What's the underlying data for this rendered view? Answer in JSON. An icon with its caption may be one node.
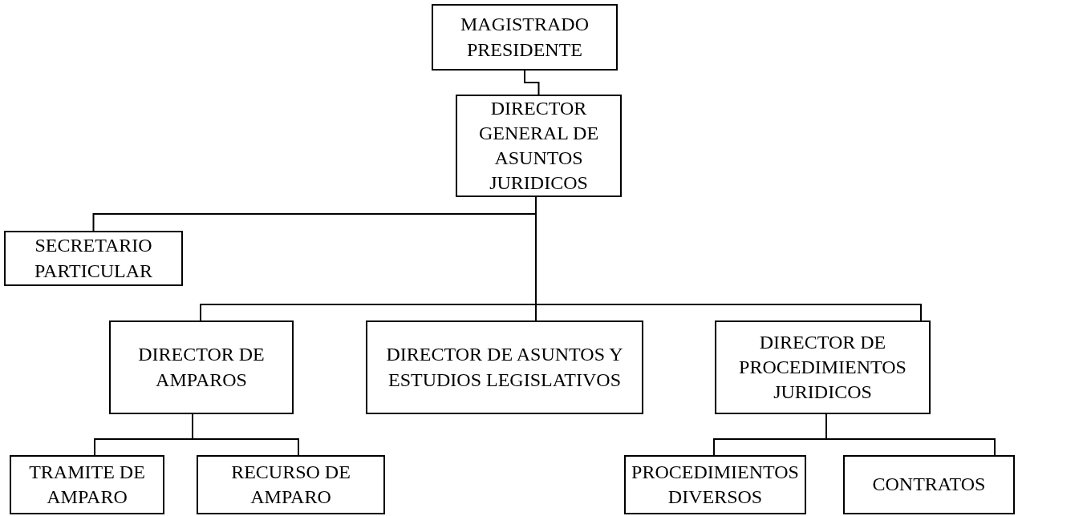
{
  "diagram": {
    "nodes": [
      {
        "text": [
          "MAGISTRADO PRESIDENTE"
        ]
      },
      {
        "text": [
          "DIRECTOR GENERAL DE ASUNTOS JURIDICOS"
        ]
      },
      {
        "text": [
          "SECRETARIO PARTICULAR"
        ]
      },
      {
        "text": [
          "DIRECTOR DE AMPAROS"
        ]
      },
      {
        "text": [
          "DIRECTOR DE ASUNTOS Y ESTUDIOS LEGISLATIVOS"
        ]
      },
      {
        "text": [
          "DIRECTOR DE PROCEDIMIENTOS JURIDICOS"
        ]
      },
      {
        "text": [
          "TRAMITE DE AMPARO"
        ]
      },
      {
        "text": [
          "RECURSO DE AMPARO"
        ]
      },
      {
        "text": [
          "PROCEDIMIENTOS DIVERSOS"
        ]
      },
      {
        "text": [
          "CONTRATOS"
        ]
      }
    ],
    "edges": [
      {
        "from": 0,
        "to": 1,
        "arrow": "none"
      },
      {
        "from": 1,
        "to": 2,
        "arrow": "none"
      },
      {
        "from": 1,
        "to": 3,
        "arrow": "none"
      },
      {
        "from": 1,
        "to": 4,
        "arrow": "none"
      },
      {
        "from": 1,
        "to": 5,
        "arrow": "none"
      },
      {
        "from": 3,
        "to": 6,
        "arrow": "none"
      },
      {
        "from": 3,
        "to": 7,
        "arrow": "none"
      },
      {
        "from": 5,
        "to": 8,
        "arrow": "none"
      },
      {
        "from": 5,
        "to": 9,
        "arrow": "none"
      }
    ]
  }
}
